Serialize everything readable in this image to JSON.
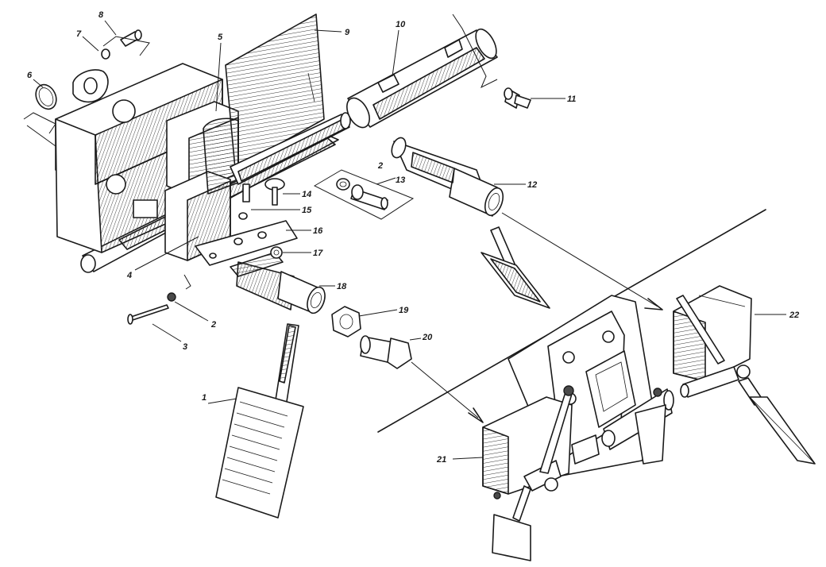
{
  "callouts": [
    {
      "id": "1",
      "text": "1"
    },
    {
      "id": "2a",
      "text": "2"
    },
    {
      "id": "2b",
      "text": "2"
    },
    {
      "id": "3",
      "text": "3"
    },
    {
      "id": "4",
      "text": "4"
    },
    {
      "id": "5",
      "text": "5"
    },
    {
      "id": "6",
      "text": "6"
    },
    {
      "id": "7",
      "text": "7"
    },
    {
      "id": "8",
      "text": "8"
    },
    {
      "id": "9",
      "text": "9"
    },
    {
      "id": "10",
      "text": "10"
    },
    {
      "id": "11",
      "text": "11"
    },
    {
      "id": "12",
      "text": "12"
    },
    {
      "id": "13",
      "text": "13"
    },
    {
      "id": "14",
      "text": "14"
    },
    {
      "id": "15",
      "text": "15"
    },
    {
      "id": "16",
      "text": "16"
    },
    {
      "id": "17",
      "text": "17"
    },
    {
      "id": "18",
      "text": "18"
    },
    {
      "id": "19",
      "text": "19"
    },
    {
      "id": "20",
      "text": "20"
    },
    {
      "id": "21",
      "text": "21"
    },
    {
      "id": "22",
      "text": "22"
    }
  ]
}
